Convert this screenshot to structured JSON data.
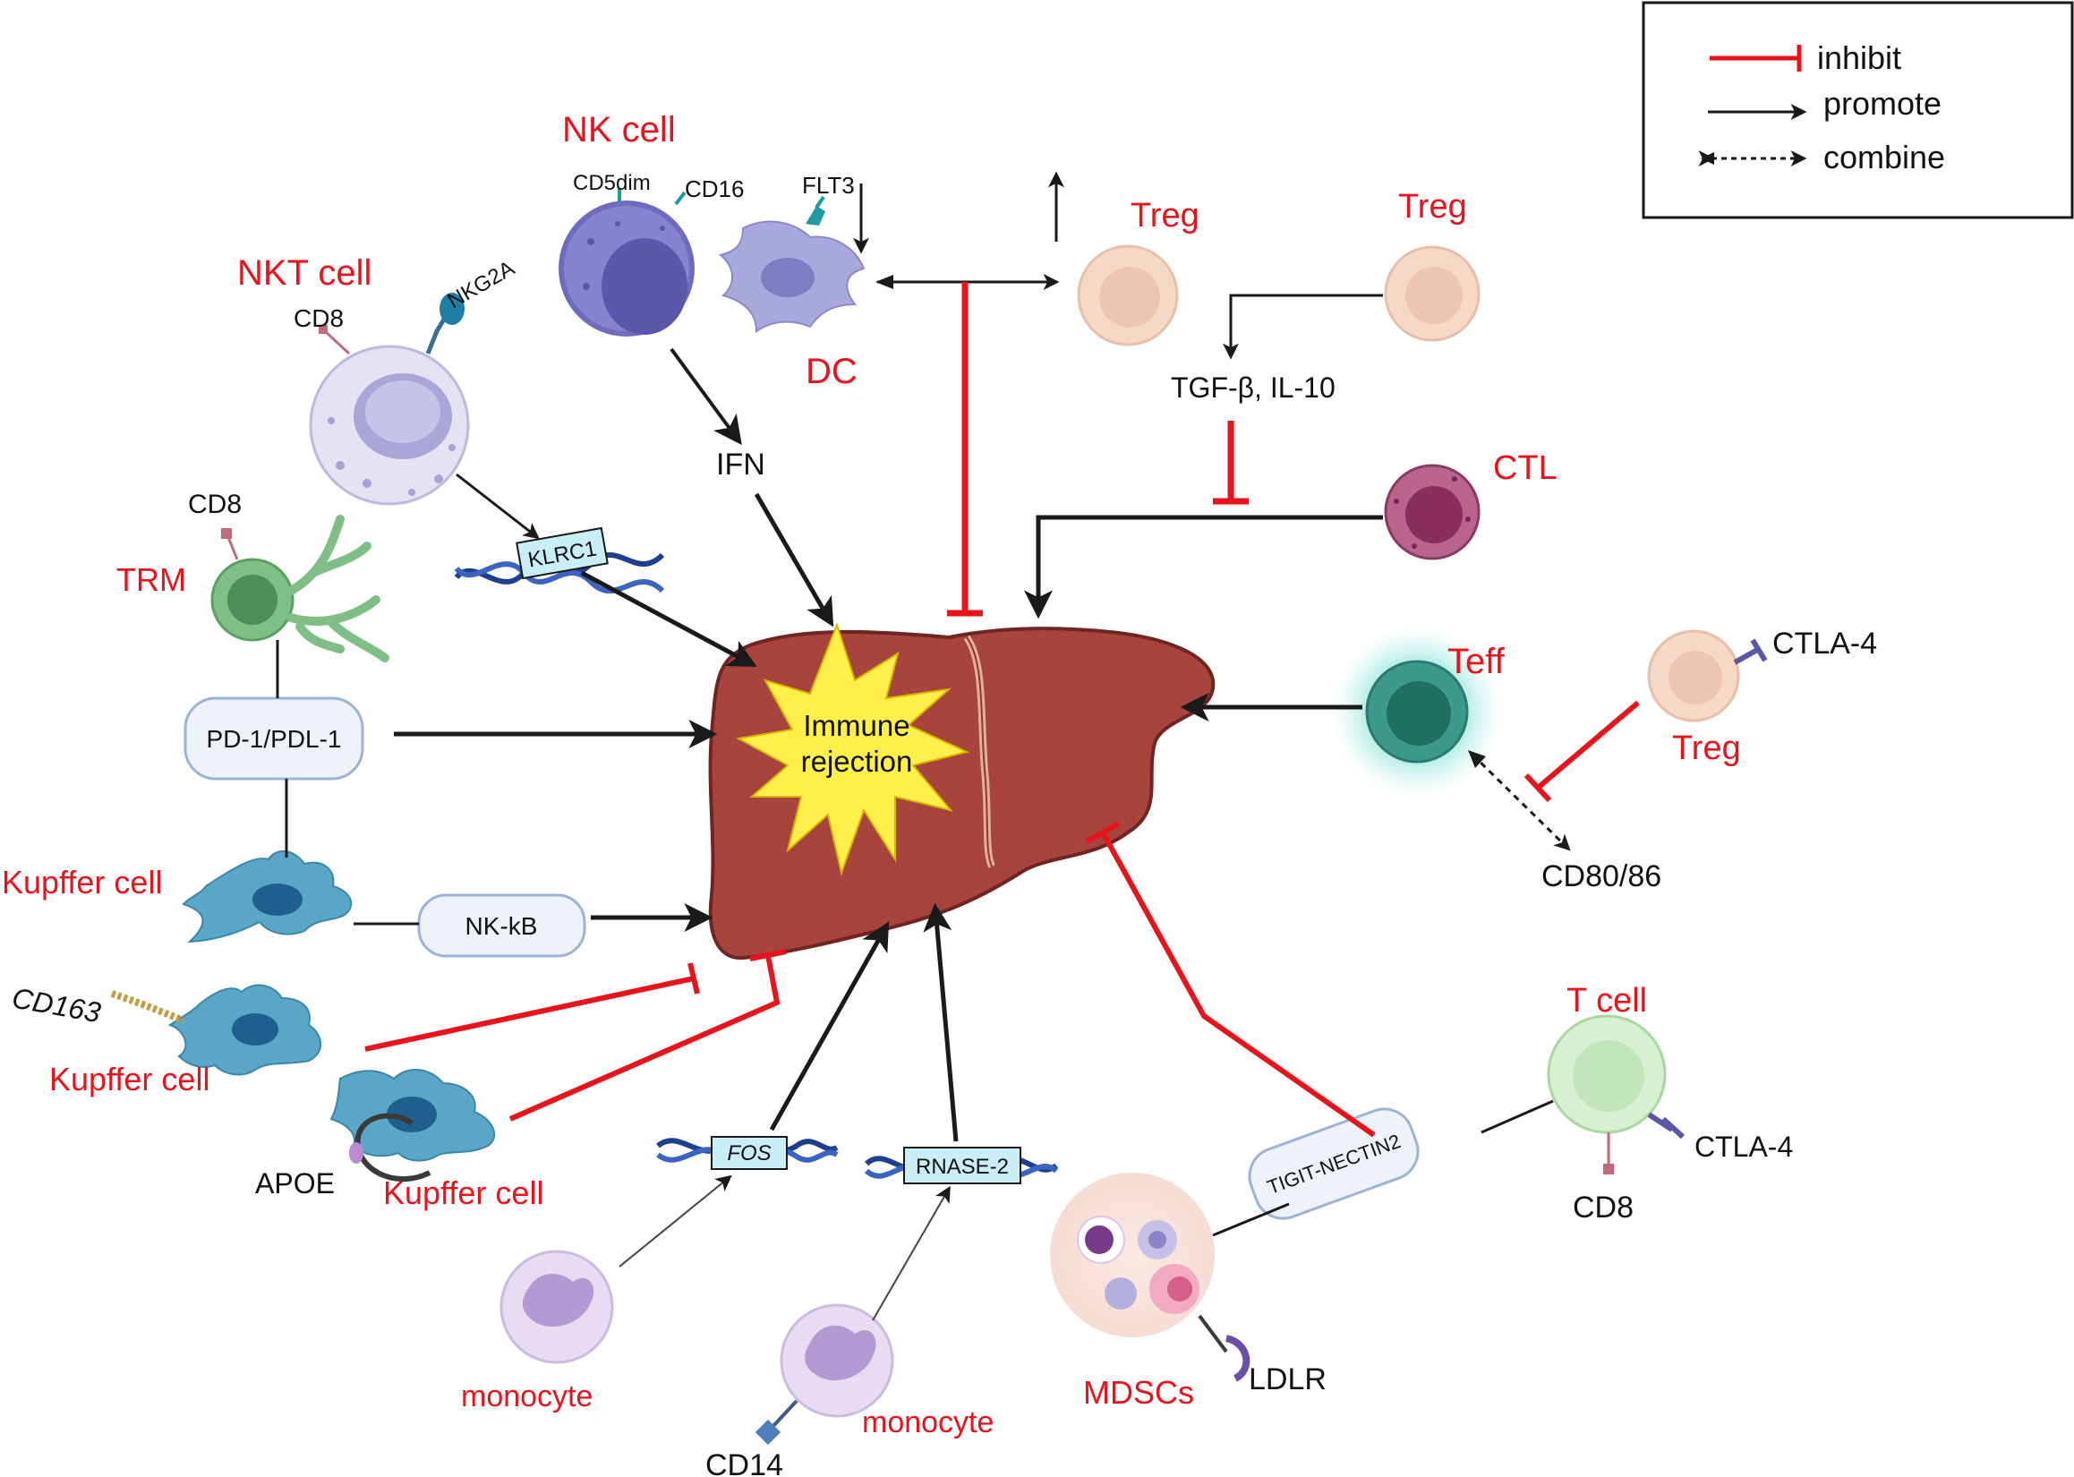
{
  "legend": {
    "inhibit": "inhibit",
    "promote": "promote",
    "combine": "combine"
  },
  "center": {
    "line1": "Immune",
    "line2": "rejection"
  },
  "cells": {
    "nk": "NK cell",
    "nkt": "NKT cell",
    "trm": "TRM",
    "dc": "DC",
    "treg_top": "Treg",
    "treg_right": "Treg",
    "ctl": "CTL",
    "teff": "Teff",
    "treg_ctla4": "Treg",
    "kupffer1": "Kupffer cell",
    "kupffer2": "Kupffer cell",
    "kupffer3": "Kupffer cell",
    "monocyte1": "monocyte",
    "monocyte2": "monocyte",
    "mdscs": "MDSCs",
    "tcell": "T cell"
  },
  "markers": {
    "cd5dim": "CD5dim",
    "cd16": "CD16",
    "flt3": "FLT3",
    "nkg2a": "NKG2A",
    "cd8_nkt": "CD8",
    "cd8_trm": "CD8",
    "cd163": "CD163",
    "apoe": "APOE",
    "cd14": "CD14",
    "ldlr": "LDLR",
    "ctla4_treg": "CTLA-4",
    "ctla4_tcell": "CTLA-4",
    "cd8_tcell": "CD8",
    "cd80_86": "CD80/86"
  },
  "mediators": {
    "ifn": "IFN",
    "tgf": "TGF-β, IL-10",
    "klrc1": "KLRC1",
    "fos": "FOS",
    "rnase2": "RNASE-2",
    "pd1": "PD-1/PDL-1",
    "nfkb": "NK-kB",
    "tigit": "TIGIT-NECTIN2"
  },
  "colors": {
    "inhibit": "#e8131b",
    "promote": "#1a1a1a",
    "label_red": "#e8131b",
    "liver": "#a8443e",
    "starburst": "#ffef4a",
    "pill_fill": "#eef3fb",
    "pill_stroke": "#9bb3d6",
    "dna_blue": "#1d3f8f",
    "dna_box": "#c9eef5"
  }
}
